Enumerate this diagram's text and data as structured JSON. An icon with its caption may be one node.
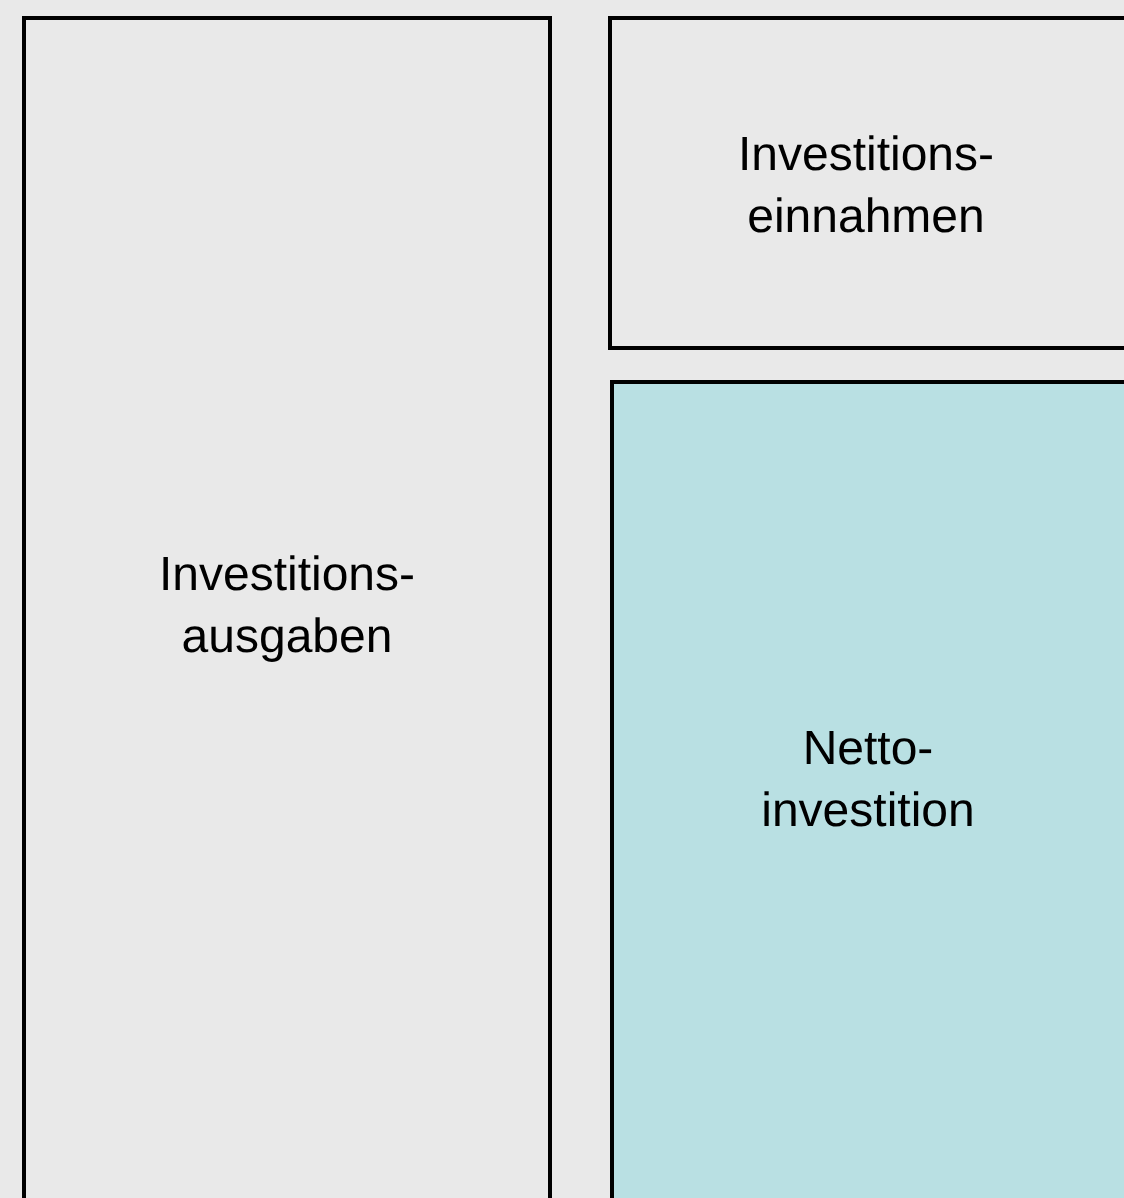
{
  "diagram": {
    "nodes": [
      {
        "text": [
          "Investitions- ausgaben"
        ]
      },
      {
        "text": [
          "Investitions- einnahmen"
        ]
      },
      {
        "text": [
          "Netto- investition"
        ]
      }
    ]
  }
}
